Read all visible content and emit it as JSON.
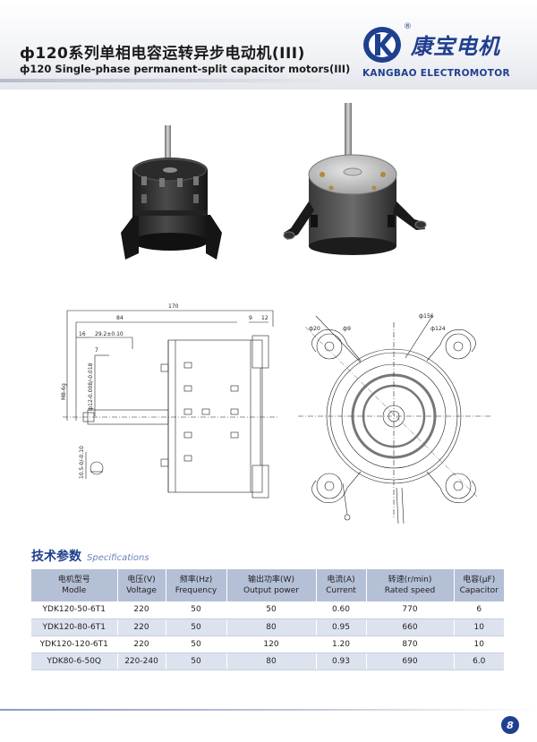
{
  "header": {
    "title_cn": "ф120系列单相电容运转异步电动机(III)",
    "title_en": "ф120 Single-phase permanent-split capacitor motors(III)"
  },
  "logo": {
    "name_cn": "康宝电机",
    "name_en": "KANGBAO ELECTROMOTOR",
    "registered": "®",
    "mark_letter": "K",
    "brand_color": "#1f3f8f"
  },
  "drawing_left": {
    "dims": [
      "170",
      "84",
      "16",
      "29.2±0.10",
      "7",
      "9",
      "12",
      "M8-6g",
      "ф12-0.008/-0.018",
      "10.5-0/-0.10"
    ]
  },
  "drawing_right": {
    "dims": [
      "ф20",
      "ф9",
      "ф156",
      "ф124"
    ]
  },
  "specs": {
    "heading_cn": "技术参数",
    "heading_en": "Specifications",
    "columns": [
      {
        "cn": "电机型号",
        "en": "Modle"
      },
      {
        "cn": "电压(V)",
        "en": "Voltage"
      },
      {
        "cn": "频率(Hz)",
        "en": "Frequency"
      },
      {
        "cn": "输出功率(W)",
        "en": "Output power"
      },
      {
        "cn": "电流(A)",
        "en": "Current"
      },
      {
        "cn": "转速(r/min)",
        "en": "Rated speed"
      },
      {
        "cn": "电容(μF)",
        "en": "Capacitor"
      }
    ],
    "rows": [
      [
        "YDK120-50-6T1",
        "220",
        "50",
        "50",
        "0.60",
        "770",
        "6"
      ],
      [
        "YDK120-80-6T1",
        "220",
        "50",
        "80",
        "0.95",
        "660",
        "10"
      ],
      [
        "YDK120-120-6T1",
        "220",
        "50",
        "120",
        "1.20",
        "870",
        "10"
      ],
      [
        "YDK80-6-50Q",
        "220-240",
        "50",
        "80",
        "0.93",
        "690",
        "6.0"
      ]
    ]
  },
  "page_number": "8"
}
